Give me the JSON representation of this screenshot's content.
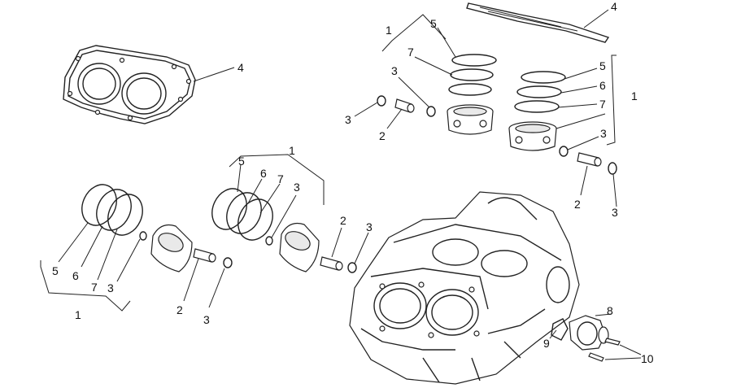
{
  "diagram": {
    "callouts": [
      {
        "id": "c-gasket-head-4",
        "text": "4"
      },
      {
        "id": "c-gasket-top-4",
        "text": "4"
      },
      {
        "id": "c-tr-1a",
        "text": "1"
      },
      {
        "id": "c-tr-5a",
        "text": "5"
      },
      {
        "id": "c-tr-7a",
        "text": "7"
      },
      {
        "id": "c-tr-3a",
        "text": "3"
      },
      {
        "id": "c-tr-3b",
        "text": "3"
      },
      {
        "id": "c-tr-2a",
        "text": "2"
      },
      {
        "id": "c-tr-5b",
        "text": "5"
      },
      {
        "id": "c-tr-6b",
        "text": "6"
      },
      {
        "id": "c-tr-7b",
        "text": "7"
      },
      {
        "id": "c-tr-1b",
        "text": "1"
      },
      {
        "id": "c-tr-3c",
        "text": "3"
      },
      {
        "id": "c-tr-2b",
        "text": "2"
      },
      {
        "id": "c-tr-3d",
        "text": "3"
      },
      {
        "id": "c-mid-1",
        "text": "1"
      },
      {
        "id": "c-mid-5",
        "text": "5"
      },
      {
        "id": "c-mid-6",
        "text": "6"
      },
      {
        "id": "c-mid-7",
        "text": "7"
      },
      {
        "id": "c-mid-3a",
        "text": "3"
      },
      {
        "id": "c-mid-2",
        "text": "2"
      },
      {
        "id": "c-mid-3b",
        "text": "3"
      },
      {
        "id": "c-left-5",
        "text": "5"
      },
      {
        "id": "c-left-6",
        "text": "6"
      },
      {
        "id": "c-left-7",
        "text": "7"
      },
      {
        "id": "c-left-3a",
        "text": "3"
      },
      {
        "id": "c-left-1",
        "text": "1"
      },
      {
        "id": "c-left-2",
        "text": "2"
      },
      {
        "id": "c-left-3b",
        "text": "3"
      },
      {
        "id": "c-block-8",
        "text": "8"
      },
      {
        "id": "c-block-9",
        "text": "9"
      },
      {
        "id": "c-block-10",
        "text": "10"
      }
    ]
  }
}
